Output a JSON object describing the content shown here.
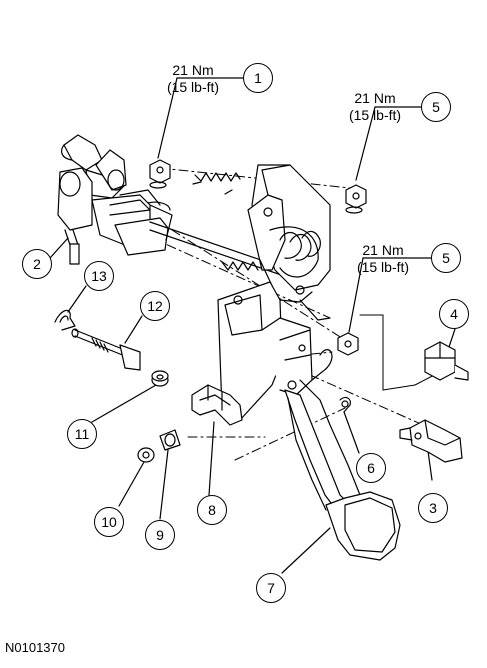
{
  "torque_specs": [
    {
      "nm": "21 Nm",
      "lbft": "(15 lb-ft)"
    },
    {
      "nm": "21 Nm",
      "lbft": "(15 lb-ft)"
    },
    {
      "nm": "21 Nm",
      "lbft": "(15 lb-ft)"
    }
  ],
  "callouts": [
    "1",
    "5",
    "5",
    "2",
    "13",
    "12",
    "4",
    "11",
    "10",
    "9",
    "8",
    "6",
    "3",
    "7"
  ],
  "figure_id": "N0101370"
}
